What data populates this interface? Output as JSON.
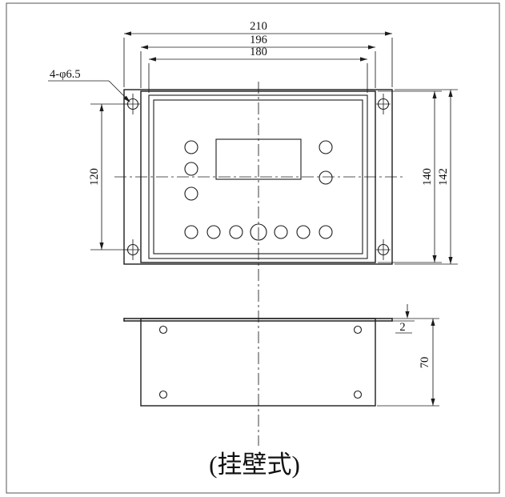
{
  "caption": "(挂壁式)",
  "dimensions": {
    "overall_width": "210",
    "body_width": "196",
    "panel_width": "180",
    "mounting_hole_note": "4-φ6.5",
    "hole_spacing_vertical": "120",
    "panel_height": "140",
    "overall_height": "142",
    "flange_thickness": "2",
    "depth": "70"
  },
  "colors": {
    "line": "#1c1c1c",
    "background": "#ffffff"
  }
}
